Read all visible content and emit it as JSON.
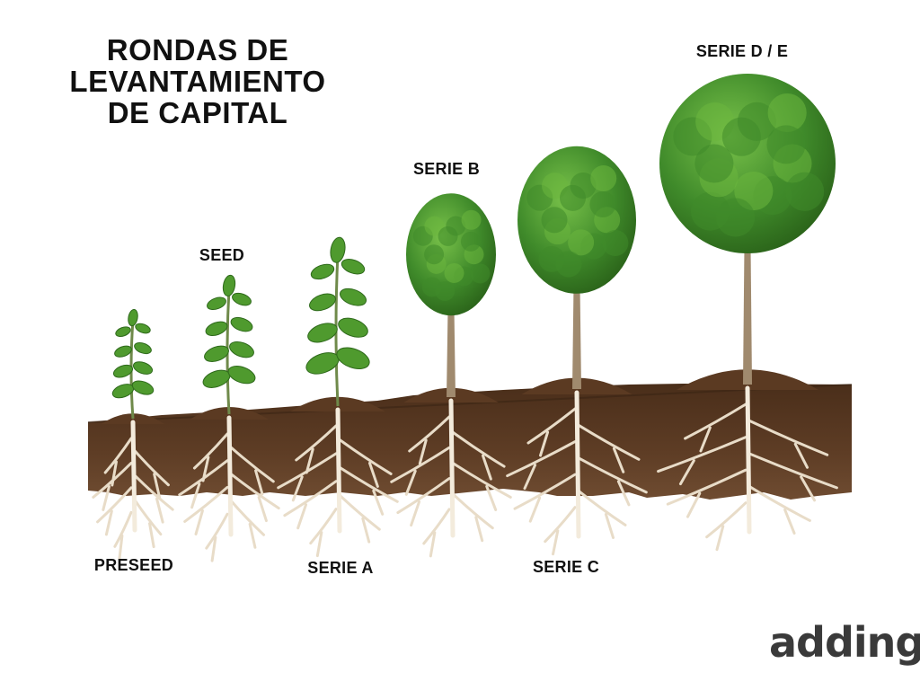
{
  "title": {
    "lines": [
      "RONDAS DE",
      "LEVANTAMIENTO",
      "DE CAPITAL"
    ]
  },
  "stages": [
    {
      "label": "PRESEED"
    },
    {
      "label": "SEED"
    },
    {
      "label": "SERIE A"
    },
    {
      "label": "SERIE B"
    },
    {
      "label": "SERIE C"
    },
    {
      "label": "SERIE D / E"
    }
  ],
  "brand": {
    "name": "adding"
  },
  "colors": {
    "soil": "#5a3a22",
    "soil_dark": "#3e2615",
    "root": "#e8dcc8",
    "trunk": "#a08a6e",
    "leaf": "#4f9a2e",
    "leaf_dark": "#2f6a1c",
    "foliage": "#3f8a2a",
    "foliage_light": "#6cb63e"
  }
}
